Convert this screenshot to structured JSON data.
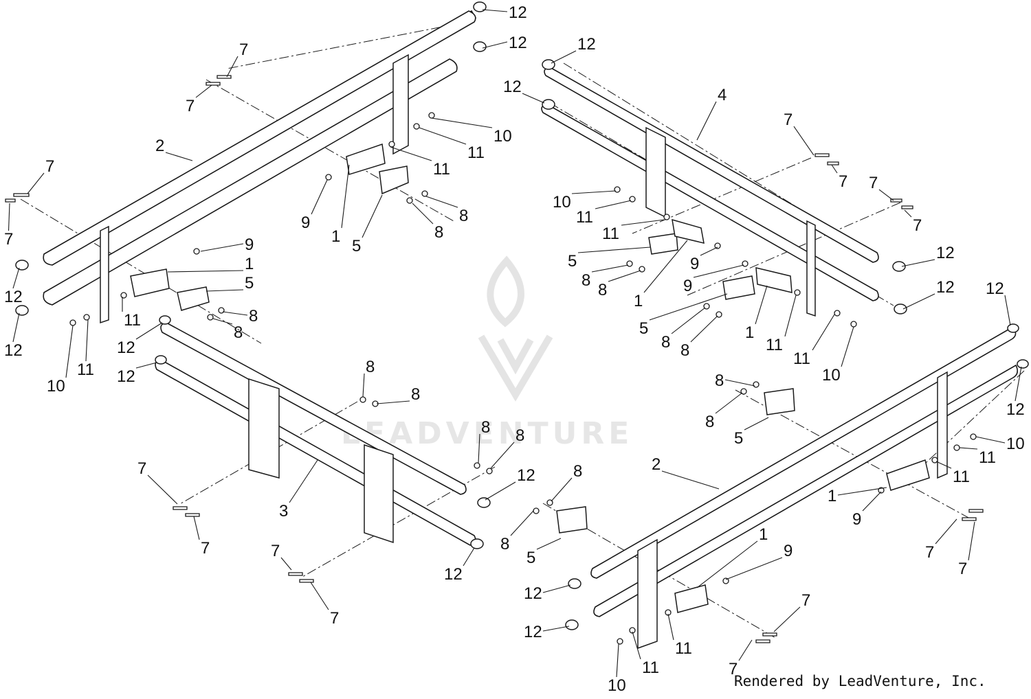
{
  "diagram": {
    "credit": "Rendered by LeadVenture, Inc.",
    "watermark": "LEADVENTURE",
    "colors": {
      "ink": "#1a1a1a",
      "watermark": "#e4e4e4",
      "background": "#ffffff"
    },
    "callouts": [
      {
        "id": "c01",
        "text": "12"
      },
      {
        "id": "c02",
        "text": "12"
      },
      {
        "id": "c03",
        "text": "7"
      },
      {
        "id": "c04",
        "text": "7"
      },
      {
        "id": "c05",
        "text": "10"
      },
      {
        "id": "c06",
        "text": "11"
      },
      {
        "id": "c07",
        "text": "11"
      },
      {
        "id": "c08",
        "text": "2"
      },
      {
        "id": "c09",
        "text": "7"
      },
      {
        "id": "c10",
        "text": "7"
      },
      {
        "id": "c11",
        "text": "9"
      },
      {
        "id": "c12",
        "text": "1"
      },
      {
        "id": "c13",
        "text": "5"
      },
      {
        "id": "c14",
        "text": "8"
      },
      {
        "id": "c15",
        "text": "8"
      },
      {
        "id": "c16",
        "text": "9"
      },
      {
        "id": "c17",
        "text": "1"
      },
      {
        "id": "c18",
        "text": "5"
      },
      {
        "id": "c19",
        "text": "12"
      },
      {
        "id": "c20",
        "text": "12"
      },
      {
        "id": "c21",
        "text": "11"
      },
      {
        "id": "c22",
        "text": "8"
      },
      {
        "id": "c23",
        "text": "8"
      },
      {
        "id": "c24",
        "text": "10"
      },
      {
        "id": "c25",
        "text": "11"
      },
      {
        "id": "c26",
        "text": "12"
      },
      {
        "id": "c27",
        "text": "12"
      },
      {
        "id": "c28",
        "text": "12"
      },
      {
        "id": "c29",
        "text": "12"
      },
      {
        "id": "c30",
        "text": "4"
      },
      {
        "id": "c31",
        "text": "7"
      },
      {
        "id": "c32",
        "text": "7"
      },
      {
        "id": "c33",
        "text": "7"
      },
      {
        "id": "c34",
        "text": "7"
      },
      {
        "id": "c35",
        "text": "10"
      },
      {
        "id": "c36",
        "text": "11"
      },
      {
        "id": "c37",
        "text": "11"
      },
      {
        "id": "c38",
        "text": "5"
      },
      {
        "id": "c39",
        "text": "9"
      },
      {
        "id": "c40",
        "text": "8"
      },
      {
        "id": "c41",
        "text": "8"
      },
      {
        "id": "c42",
        "text": "1"
      },
      {
        "id": "c43",
        "text": "9"
      },
      {
        "id": "c44",
        "text": "12"
      },
      {
        "id": "c45",
        "text": "12"
      },
      {
        "id": "c46",
        "text": "5"
      },
      {
        "id": "c47",
        "text": "8"
      },
      {
        "id": "c48",
        "text": "8"
      },
      {
        "id": "c49",
        "text": "1"
      },
      {
        "id": "c50",
        "text": "11"
      },
      {
        "id": "c51",
        "text": "11"
      },
      {
        "id": "c52",
        "text": "10"
      },
      {
        "id": "c53",
        "text": "12"
      },
      {
        "id": "c54",
        "text": "12"
      },
      {
        "id": "c55",
        "text": "8"
      },
      {
        "id": "c56",
        "text": "8"
      },
      {
        "id": "c57",
        "text": "8"
      },
      {
        "id": "c58",
        "text": "8"
      },
      {
        "id": "c59",
        "text": "7"
      },
      {
        "id": "c60",
        "text": "3"
      },
      {
        "id": "c61",
        "text": "7"
      },
      {
        "id": "c62",
        "text": "12"
      },
      {
        "id": "c63",
        "text": "7"
      },
      {
        "id": "c64",
        "text": "7"
      },
      {
        "id": "c65",
        "text": "12"
      },
      {
        "id": "c66",
        "text": "8"
      },
      {
        "id": "c67",
        "text": "8"
      },
      {
        "id": "c68",
        "text": "5"
      },
      {
        "id": "c69",
        "text": "2"
      },
      {
        "id": "c70",
        "text": "10"
      },
      {
        "id": "c71",
        "text": "11"
      },
      {
        "id": "c72",
        "text": "11"
      },
      {
        "id": "c73",
        "text": "1"
      },
      {
        "id": "c74",
        "text": "9"
      },
      {
        "id": "c75",
        "text": "7"
      },
      {
        "id": "c76",
        "text": "7"
      },
      {
        "id": "c77",
        "text": "8"
      },
      {
        "id": "c78",
        "text": "8"
      },
      {
        "id": "c79",
        "text": "5"
      },
      {
        "id": "c80",
        "text": "1"
      },
      {
        "id": "c81",
        "text": "9"
      },
      {
        "id": "c82",
        "text": "12"
      },
      {
        "id": "c83",
        "text": "12"
      },
      {
        "id": "c84",
        "text": "7"
      },
      {
        "id": "c85",
        "text": "7"
      },
      {
        "id": "c86",
        "text": "11"
      },
      {
        "id": "c87",
        "text": "11"
      },
      {
        "id": "c88",
        "text": "10"
      }
    ]
  }
}
